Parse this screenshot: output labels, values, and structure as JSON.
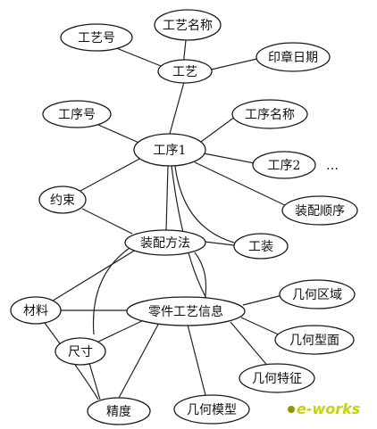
{
  "nodes": {
    "gongyihao": "工艺号",
    "gongyimingcheng": "工艺名称",
    "gongyi": "工艺",
    "yinzhangriqi": "印章日期",
    "gongxuhao": "工序号",
    "gongxumingcheng": "工序名称",
    "gongxu1": "工序1",
    "gongxu2": "工序2",
    "yueshu": "约束",
    "zhuangpeishunxu": "装配顺序",
    "zhuangpeifangfa": "装配方法",
    "gongzhuang": "工装",
    "cailiao": "材料",
    "lingjian": "零件工艺信息",
    "jihequyu": "几何区域",
    "chicun": "尺寸",
    "jihexingmian": "几何型面",
    "jihetezheng": "几何特征",
    "jingdu": "精度",
    "jihemoxing": "几何模型"
  },
  "more_marker": "…",
  "watermark": {
    "text": "e-works",
    "color": "#c8d400",
    "dot_color": "#8a9a00"
  }
}
